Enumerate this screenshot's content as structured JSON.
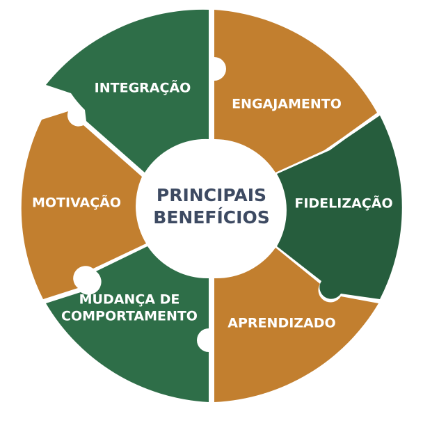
{
  "center": {
    "line1": "PRINCIPAIS",
    "line2": "BENEFÍCIOS"
  },
  "segments": [
    {
      "line1": "INTEGRAÇÃO",
      "line2": "",
      "color": "#2e6e48"
    },
    {
      "line1": "ENGAJAMENTO",
      "line2": "",
      "color": "#c27f2f"
    },
    {
      "line1": "FIDELIZAÇÃO",
      "line2": "",
      "color": "#265d3d"
    },
    {
      "line1": "APRENDIZADO",
      "line2": "",
      "color": "#c27f2f"
    },
    {
      "line1": "MUDANÇA DE",
      "line2": "COMPORTAMENTO",
      "color": "#2e6e48"
    },
    {
      "line1": "MOTIVAÇÃO",
      "line2": "",
      "color": "#c27f2f"
    }
  ]
}
